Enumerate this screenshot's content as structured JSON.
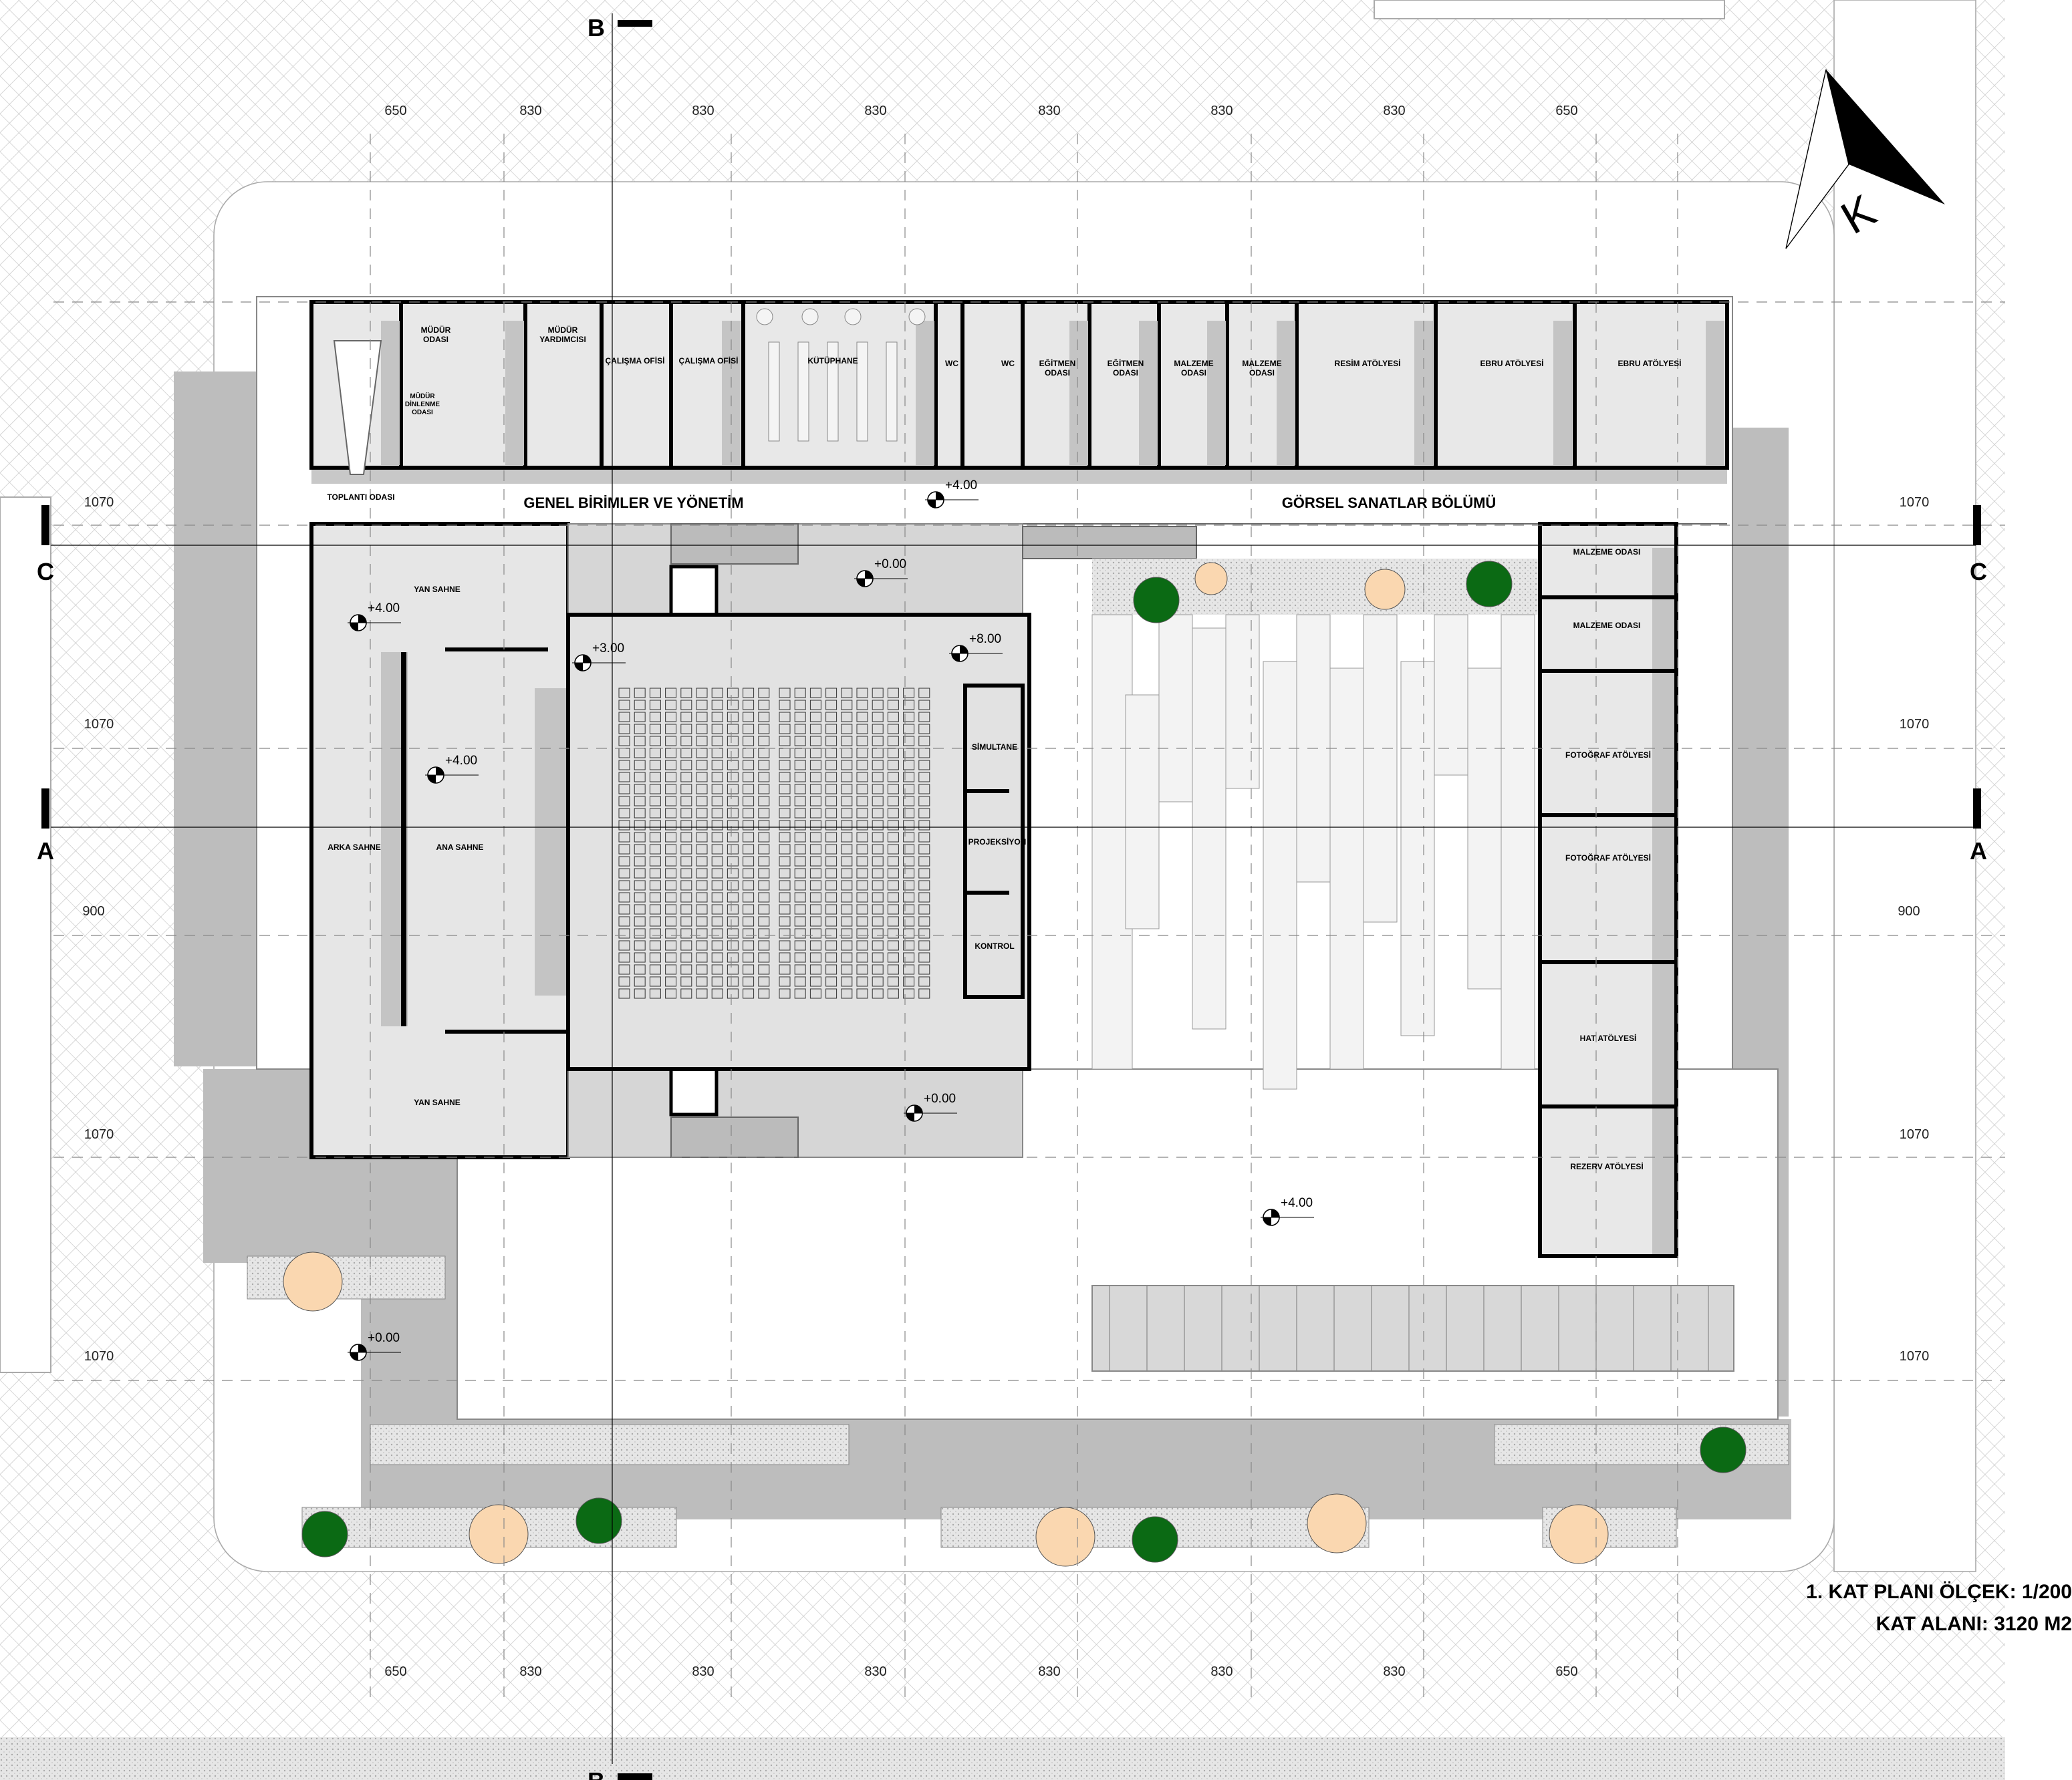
{
  "plan": {
    "title_line1": "1. KAT PLANI ÖLÇEK: 1/200",
    "title_line2": "KAT ALANI: 3120 M2",
    "north_label": "K",
    "zones": {
      "admin": "GENEL BİRİMLER VE YÖNETİM",
      "arts": "GÖRSEL SANATLAR BÖLÜMÜ"
    },
    "top_rooms": [
      "TOPLANTI ODASI",
      "MÜDÜR",
      "ODASI",
      "MÜDÜR",
      "DİNLENME",
      "ODASI",
      "MÜDÜR",
      "YARDIMCISI",
      "ÇALIŞMA OFİSİ",
      "ÇALIŞMA OFİSİ",
      "KÜTÜPHANE",
      "WC",
      "WC",
      "EĞİTMEN",
      "ODASI",
      "EĞİTMEN",
      "ODASI",
      "MALZEME",
      "ODASI",
      "MALZEME",
      "ODASI",
      "RESİM ATÖLYESİ",
      "EBRU ATÖLYESİ",
      "EBRU ATÖLYESİ"
    ],
    "hall_rooms": [
      "YAN SAHNE",
      "YAN SAHNE",
      "ARKA SAHNE",
      "ANA SAHNE",
      "SİMULTANE",
      "PROJEKSİYON",
      "KONTROL"
    ],
    "right_rooms": [
      "MALZEME ODASI",
      "MALZEME ODASI",
      "FOTOĞRAF ATÖLYESİ",
      "FOTOĞRAF ATÖLYESİ",
      "HAT ATÖLYESİ",
      "REZERV ATÖLYESİ"
    ],
    "elevations": [
      "+4.00",
      "+0.00",
      "+4.00",
      "+3.00",
      "+8.00",
      "+4.00",
      "+0.00",
      "+4.00",
      "+0.00"
    ],
    "dims_horizontal": [
      "650",
      "830",
      "830",
      "830",
      "830",
      "830",
      "830",
      "650"
    ],
    "dims_vertical": [
      "1070",
      "1070",
      "900",
      "1070",
      "1070"
    ],
    "sections": {
      "a": "A",
      "b": "B",
      "c": "C"
    },
    "colors": {
      "tree_green": "#0b6a14",
      "tree_tan": "#fad7b0",
      "shadow": "#bdbdbd",
      "floor": "#e8e8e8"
    }
  }
}
